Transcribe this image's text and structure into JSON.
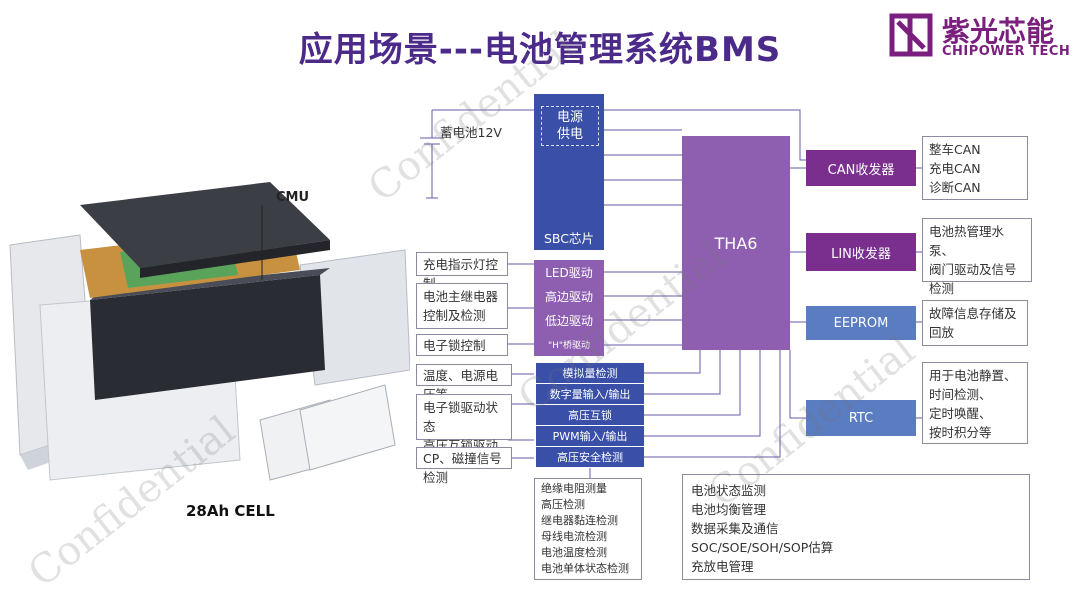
{
  "title": "应用场景---电池管理系统BMS",
  "logo": {
    "name": "紫光芯能",
    "sub": "CHIPOWER TECH"
  },
  "colors": {
    "purple": "#7a2f8e",
    "navy": "#3a4fa8",
    "blue": "#5a7cc0",
    "title": "#4b2a8a"
  },
  "battery": {
    "cmu_label": "CMU",
    "cell_label": "28Ah CELL"
  },
  "power": {
    "battery_label": "蓄电池12V",
    "supply_l1": "电源",
    "supply_l2": "供电",
    "sbc_label": "SBC芯片"
  },
  "sbc_items": [
    "LED驱动",
    "高边驱动",
    "低边驱动",
    "\"H\"桥驱动"
  ],
  "left_boxes": [
    {
      "lines": [
        "充电指示灯控制"
      ]
    },
    {
      "lines": [
        "电池主继电器",
        "控制及检测"
      ]
    },
    {
      "lines": [
        "电子锁控制"
      ]
    },
    {
      "lines": [
        "温度、电源电压等"
      ]
    },
    {
      "lines": [
        "电子锁驱动状态",
        "高压互锁驱动"
      ]
    },
    {
      "lines": [
        "CP、磁撞信号检测"
      ]
    }
  ],
  "blue_items": [
    "模拟量检测",
    "数字量输入/输出",
    "高压互锁",
    "PWM输入/输出",
    "高压安全检测"
  ],
  "bottom_left_lines": [
    "绝缘电阻测量",
    "高压检测",
    "继电器黏连检测",
    "母线电流检测",
    "电池温度检测",
    "电池单体状态检测"
  ],
  "bottom_right_lines": [
    "电池状态监测",
    "电池均衡管理",
    "数据采集及通信",
    "SOC/SOE/SOH/SOP估算",
    "充放电管理"
  ],
  "mcu_label": "THA6",
  "peripherals": [
    {
      "label": "CAN收发器",
      "lines": [
        "整车CAN",
        "充电CAN",
        "诊断CAN"
      ]
    },
    {
      "label": "LIN收发器",
      "lines": [
        "电池热管理水泵、",
        "阀门驱动及信号",
        "检测"
      ]
    },
    {
      "label": "EEPROM",
      "lines": [
        "故障信息存储及",
        "回放"
      ]
    },
    {
      "label": "RTC",
      "lines": [
        "用于电池静置、",
        "时间检测、",
        "定时唤醒、",
        "按时积分等"
      ]
    }
  ],
  "watermark": "Confidential"
}
